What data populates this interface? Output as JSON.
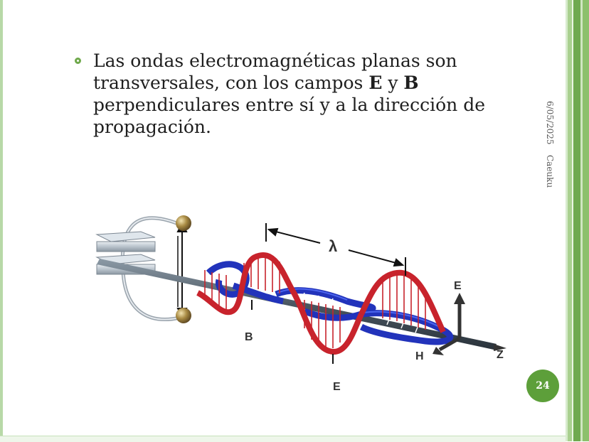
{
  "slide": {
    "bullet_parts": {
      "p1": "Las ondas electromagnéticas planas son transversales, con los campos ",
      "e": "E",
      "p2": " y ",
      "b": "B",
      "p3": " perpendiculares entre sí y a la dirección de propagación."
    },
    "side_date": "6/05/2025",
    "side_author": "Caeuku",
    "page_number": "24"
  },
  "figure": {
    "labels": {
      "lambda": "λ",
      "e_axis": "E",
      "b_bottom": "B",
      "e_bottom": "E",
      "h_axis": "H",
      "z_axis": "Z"
    }
  },
  "colors": {
    "accent_green": "#5d9f3a",
    "bullet_green": "#6ea84a",
    "electric_red": "#c8232c",
    "magnetic_blue": "#2233bb"
  },
  "icons": [
    "bullet-circle-icon"
  ]
}
